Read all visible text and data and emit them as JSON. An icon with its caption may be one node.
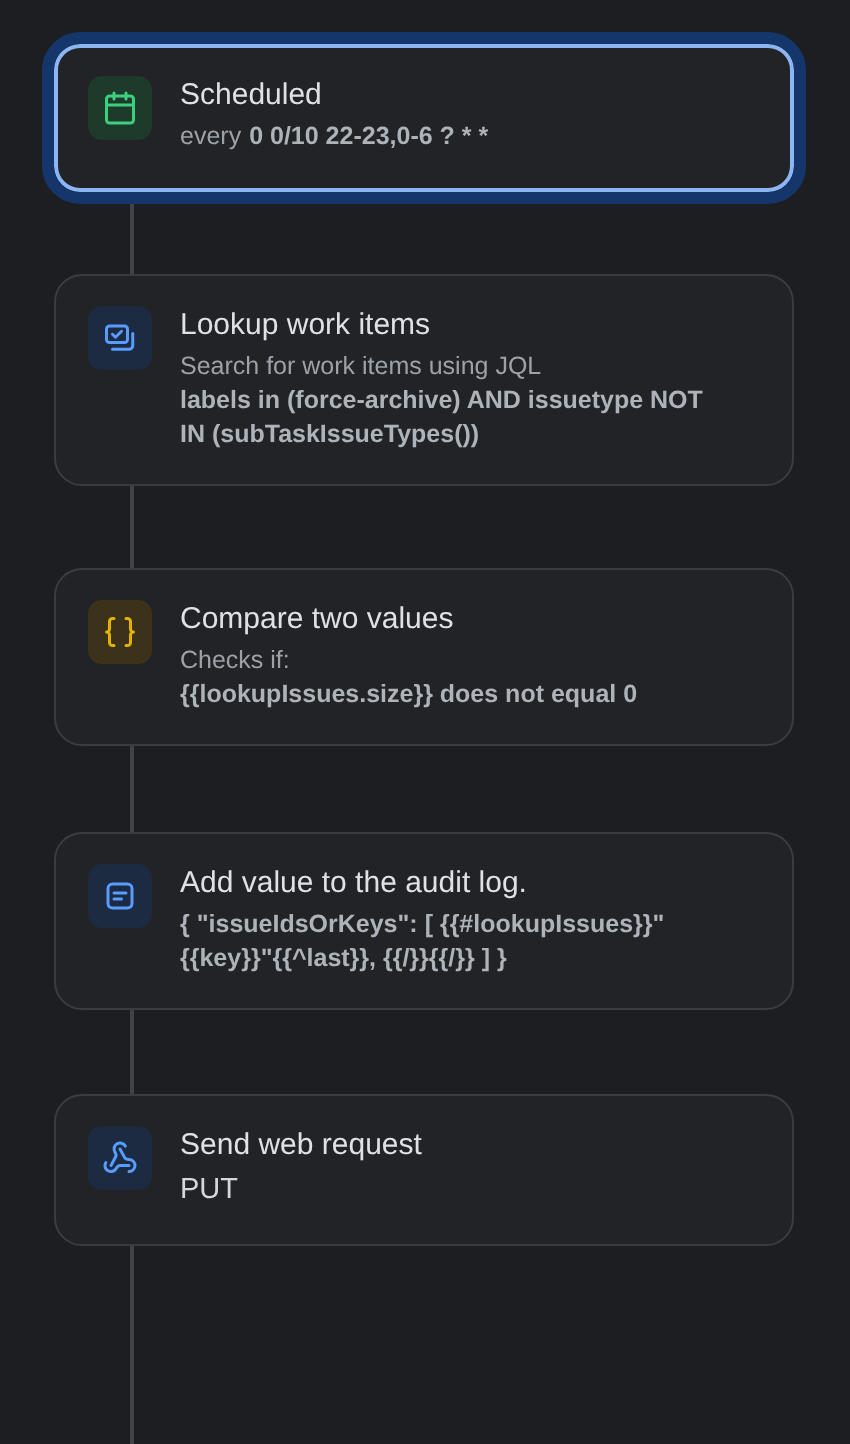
{
  "diagram": {
    "nodes": [
      {
        "text": [
          "Scheduled",
          "every",
          "0 0/10 22-23,0-6 ? * *"
        ]
      },
      {
        "text": [
          "Lookup work items",
          "Search for work items using JQL",
          "labels in (force-archive) AND issuetype NOT IN (subTaskIssueTypes())"
        ]
      },
      {
        "text": [
          "Compare two values",
          "Checks if:",
          "{{lookupIssues.size}} does not equal 0"
        ]
      },
      {
        "text": [
          "Add value to the audit log.",
          "{ \"issueIdsOrKeys\": [ {{#lookupIssues}}\" {{key}}\"{{^last}}, {{/}}{{/}} ] }"
        ]
      },
      {
        "text": [
          "Send web request",
          "PUT"
        ]
      }
    ],
    "edges": [
      {
        "from": 0,
        "to": 1,
        "arrow": "none"
      },
      {
        "from": 1,
        "to": 2,
        "arrow": "none"
      },
      {
        "from": 2,
        "to": 3,
        "arrow": "none"
      },
      {
        "from": 3,
        "to": 4,
        "arrow": "none"
      },
      {
        "from": 4,
        "to": null,
        "arrow": "none"
      }
    ]
  }
}
